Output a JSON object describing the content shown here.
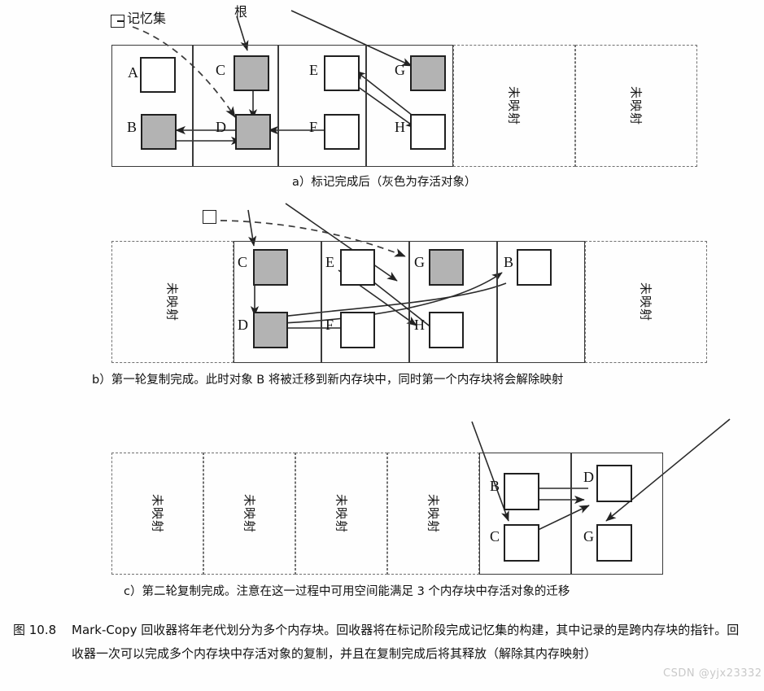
{
  "figure": {
    "number": "图 10.8",
    "body": "Mark-Copy 回收器将年老代划分为多个内存块。回收器将在标记阶段完成记忆集的构建，其中记录的是跨内存块的指针。回收器一次可以完成多个内存块中存活对象的复制，并且在复制完成后将其释放（解除其内存映射）"
  },
  "watermark": "CSDN @yjx23332",
  "labels": {
    "remembered_set": "记忆集",
    "root": "根",
    "unmapped": "未映射"
  },
  "panels": [
    {
      "id": "a",
      "caption": "a）标记完成后（灰色为存活对象）",
      "objects": [
        {
          "name": "A",
          "live": false
        },
        {
          "name": "B",
          "live": true
        },
        {
          "name": "C",
          "live": true
        },
        {
          "name": "D",
          "live": true
        },
        {
          "name": "E",
          "live": false
        },
        {
          "name": "F",
          "live": false
        },
        {
          "name": "G",
          "live": true
        },
        {
          "name": "H",
          "live": false
        }
      ],
      "blocks": [
        {
          "kind": "mapped"
        },
        {
          "kind": "mapped"
        },
        {
          "kind": "mapped"
        },
        {
          "kind": "mapped"
        },
        {
          "kind": "unmapped"
        },
        {
          "kind": "unmapped"
        }
      ]
    },
    {
      "id": "b",
      "caption": "b）第一轮复制完成。此时对象 B 将被迁移到新内存块中，同时第一个内存块将会解除映射",
      "objects": [
        {
          "name": "C",
          "live": true
        },
        {
          "name": "D",
          "live": true
        },
        {
          "name": "E",
          "live": false
        },
        {
          "name": "F",
          "live": false
        },
        {
          "name": "G",
          "live": true
        },
        {
          "name": "H",
          "live": false
        },
        {
          "name": "B",
          "live": false
        }
      ],
      "blocks": [
        {
          "kind": "unmapped"
        },
        {
          "kind": "mapped"
        },
        {
          "kind": "mapped"
        },
        {
          "kind": "mapped"
        },
        {
          "kind": "mapped"
        },
        {
          "kind": "unmapped"
        }
      ]
    },
    {
      "id": "c",
      "caption": "c）第二轮复制完成。注意在这一过程中可用空间能满足 3 个内存块中存活对象的迁移",
      "objects": [
        {
          "name": "B",
          "live": false
        },
        {
          "name": "C",
          "live": false
        },
        {
          "name": "D",
          "live": false
        },
        {
          "name": "G",
          "live": false
        }
      ],
      "blocks": [
        {
          "kind": "unmapped"
        },
        {
          "kind": "unmapped"
        },
        {
          "kind": "unmapped"
        },
        {
          "kind": "unmapped"
        },
        {
          "kind": "mapped"
        },
        {
          "kind": "mapped"
        }
      ]
    }
  ]
}
